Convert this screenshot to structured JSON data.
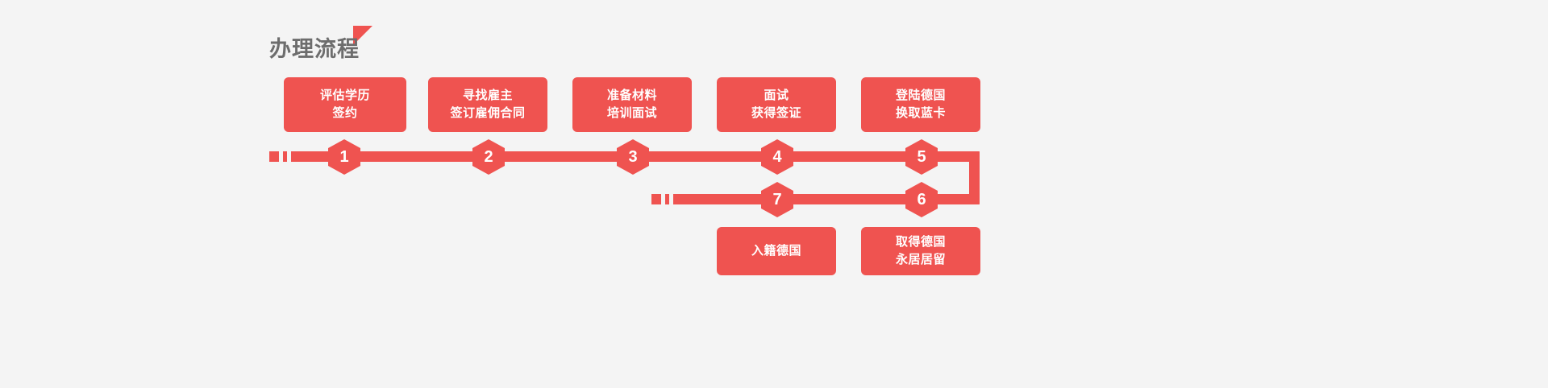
{
  "title": {
    "text": "办理流程",
    "accent_color": "#ef5350",
    "text_color": "#6d6d6d"
  },
  "theme": {
    "brand_color": "#ef5350",
    "background_color": "#f4f4f4",
    "box_text_color": "#ffffff"
  },
  "steps": [
    {
      "number": "1",
      "line1": "评估学历",
      "line2": "签约"
    },
    {
      "number": "2",
      "line1": "寻找雇主",
      "line2": "签订雇佣合同"
    },
    {
      "number": "3",
      "line1": "准备材料",
      "line2": "培训面试"
    },
    {
      "number": "4",
      "line1": "面试",
      "line2": "获得签证"
    },
    {
      "number": "5",
      "line1": "登陆德国",
      "line2": "换取蓝卡"
    },
    {
      "number": "6",
      "line1": "取得德国",
      "line2": "永居居留"
    },
    {
      "number": "7",
      "line1": "入籍德国",
      "line2": ""
    }
  ]
}
